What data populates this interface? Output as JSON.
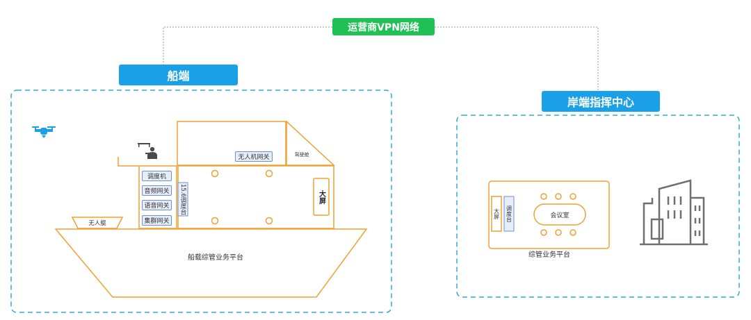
{
  "network": {
    "label": "运营商VPN网络"
  },
  "ship": {
    "label": "船端",
    "drone_hangar": "无人艇",
    "dispatcher": "调度机",
    "audio_gateway": "音频网关",
    "voice_gateway": "语音网关",
    "cluster_gateway": "集群网关",
    "console": "15.6调度台",
    "drone_gateway": "无人机网关",
    "bridge": "驾驶舱",
    "big_screen": "大屏",
    "platform": "船载综管业务平台"
  },
  "shore": {
    "label": "岸端指挥中心",
    "meeting_room": "会议室",
    "big_screen": "大屏",
    "console": "调度台",
    "platform": "综管业务平台"
  },
  "colors": {
    "accent": "#1aa0e6",
    "network": "#1fc156",
    "ship_line": "#f0a030",
    "device_fill": "#e7eefb",
    "device_border": "#6d8fd2",
    "building": "#6f6f6f"
  }
}
